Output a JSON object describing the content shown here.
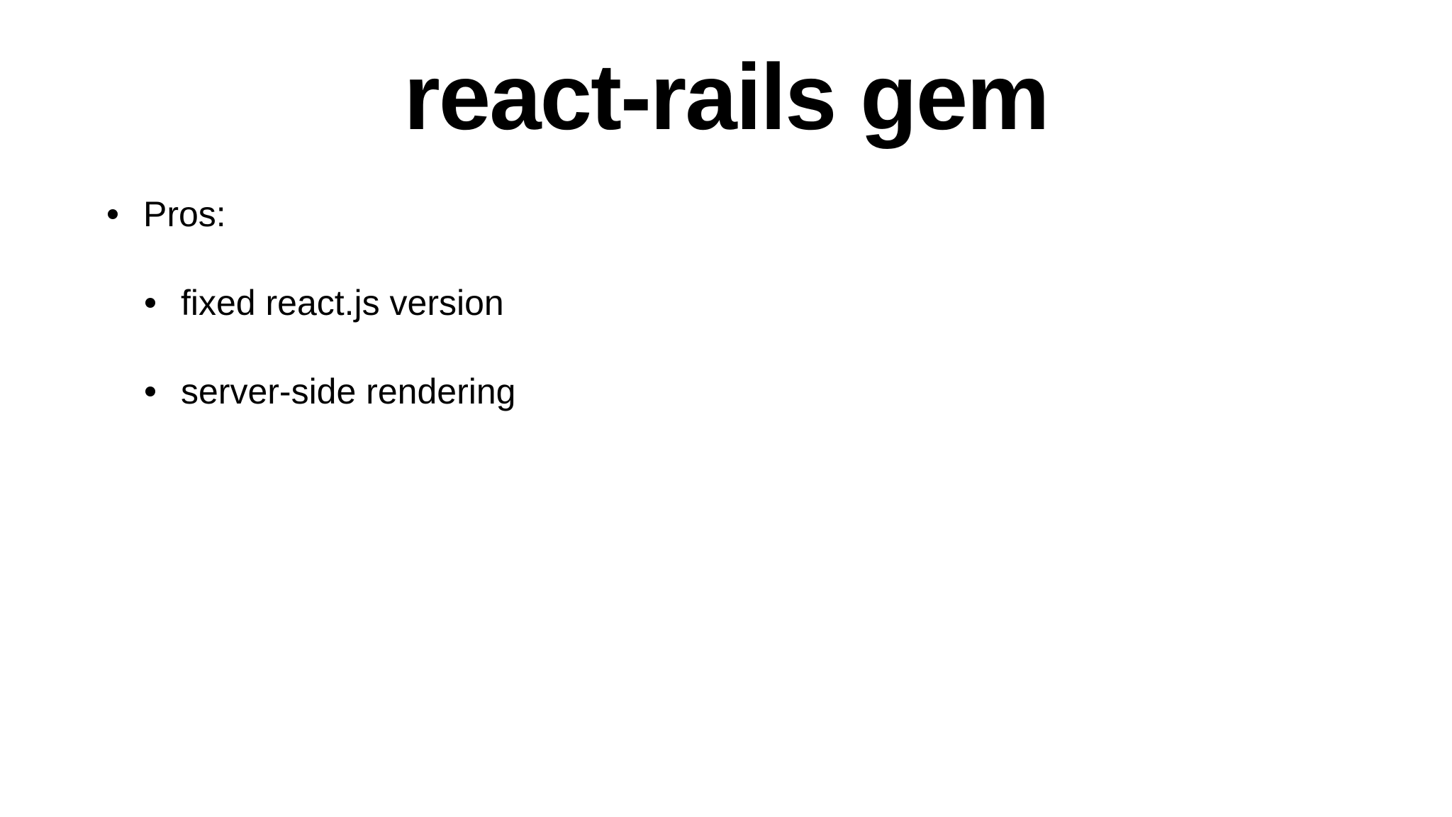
{
  "slide": {
    "title": "react-rails gem",
    "bullets": [
      {
        "text": "Pros:",
        "level": 1
      },
      {
        "text": "fixed react.js version",
        "level": 2
      },
      {
        "text": "server-side rendering",
        "level": 2
      }
    ]
  }
}
